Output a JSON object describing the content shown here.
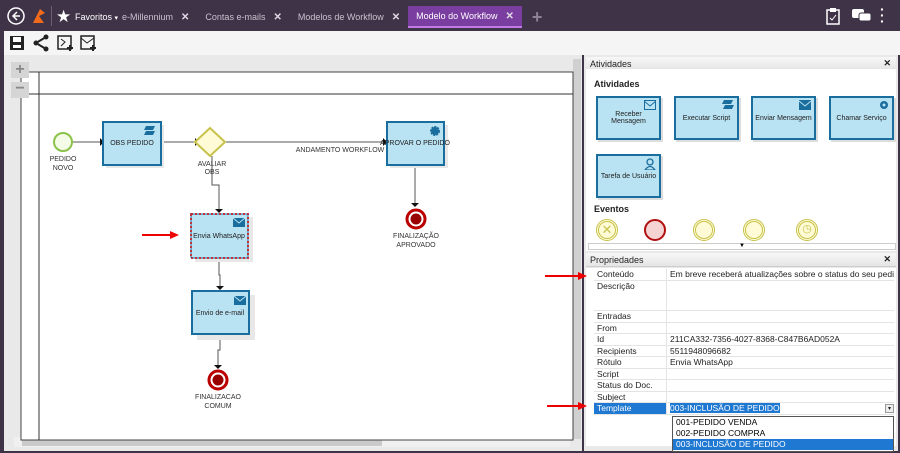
{
  "topbar": {
    "favorites": "Favoritos",
    "tabs": [
      {
        "label": "e-Millennium"
      },
      {
        "label": "Contas e-mails"
      },
      {
        "label": "Modelos de Workflow"
      },
      {
        "label": "Modelo do Workflow",
        "active": true
      }
    ],
    "close": "✕",
    "add": "+",
    "accent": "#7a3ea0"
  },
  "diagram": {
    "start": {
      "l1": "PEDIDO",
      "l2": "NOVO"
    },
    "obs": "OBS PEDIDO",
    "gateway": {
      "l1": "AVALIAR",
      "l2": "OBS"
    },
    "flow_label": "ANDAMENTO WORKFLOW",
    "aprovar": "APROVAR O PEDIDO",
    "end_aprovado": {
      "l1": "FINALIZAÇÃO",
      "l2": "APROVADO"
    },
    "whatsapp": "Envia WhatsApp",
    "email": "Envio de e-mail",
    "end_comum": {
      "l1": "FINALIZACAO",
      "l2": "COMUM"
    }
  },
  "activities": {
    "title": "Atividades",
    "section": "Atividades",
    "events": "Eventos",
    "close": "✕",
    "items": [
      "Receber Mensagem",
      "Executar Script",
      "Enviar Mensagem",
      "Chamar Serviço",
      "Tarefa de Usuário"
    ]
  },
  "properties": {
    "title": "Propriedades",
    "close": "✕",
    "rows": [
      {
        "k": "Conteúdo",
        "v": "Em breve receberá atualizações sobre o status do seu pedido"
      },
      {
        "k": "Descrição",
        "v": ""
      },
      {
        "k": "Entradas",
        "v": ""
      },
      {
        "k": "From",
        "v": ""
      },
      {
        "k": "Id",
        "v": "211CA332-7356-4027-8368-C847B6AD052A"
      },
      {
        "k": "Recipients",
        "v": "5511948096682"
      },
      {
        "k": "Rótulo",
        "v": "Envia WhatsApp"
      },
      {
        "k": "Script",
        "v": ""
      },
      {
        "k": "Status do Doc.",
        "v": ""
      },
      {
        "k": "Subject",
        "v": ""
      },
      {
        "k": "Template",
        "v": "003-INCLUSÃO DE PEDIDO"
      }
    ],
    "options": [
      "001-PEDIDO VENDA",
      "002-PEDIDO COMPRA",
      "003-INCLUSÃO DE PEDIDO"
    ]
  }
}
